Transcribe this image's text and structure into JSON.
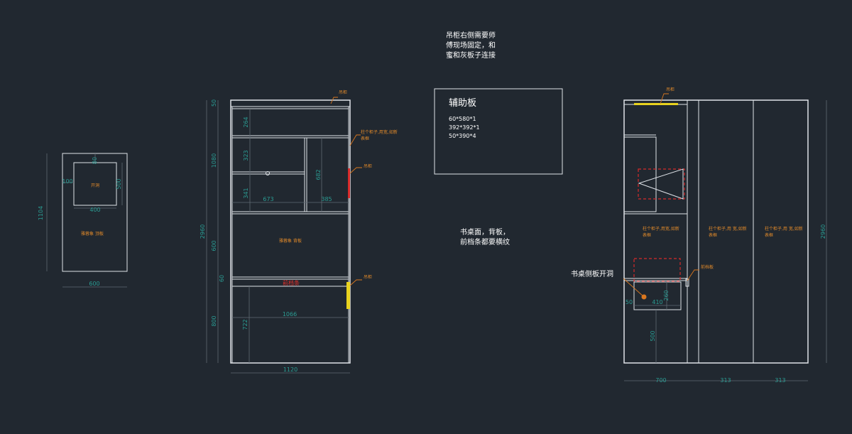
{
  "notes": {
    "top_note": [
      "吊柜右侧需要师",
      "傅现场固定，和",
      "蜜和灰板子连接"
    ],
    "grain_note": [
      "书桌面，背板，",
      "前档条都要横纹"
    ],
    "desk_hole": "书桌侧板开洞"
  },
  "aux_board": {
    "title": "辅助板",
    "items": [
      "60*580*1",
      "392*392*1",
      "50*390*4"
    ]
  },
  "left_view": {
    "dims": {
      "height": "1104",
      "width_bottom": "600",
      "inner_top": "80",
      "inner_left": "100",
      "inner_right": "500",
      "inner_bottom": "400"
    },
    "labels": {
      "inner": "开洞",
      "panel": "雅蓉象 顶板"
    }
  },
  "front_view": {
    "dims": {
      "total_h": "2960",
      "top_h": "50",
      "upper_h": "1080",
      "mid_h": "600",
      "gap_h": "60",
      "lower_h": "800",
      "s1": "264",
      "s2": "323",
      "s3": "341",
      "s4": "682",
      "w_left": "673",
      "w_right": "385",
      "desk_w": "1066",
      "leg_h": "722",
      "total_w": "1120"
    },
    "labels": {
      "top_tag": "吊柜",
      "side_tag": [
        "柱个柜子,用宽,如新",
        "表框"
      ],
      "right_tag": "吊柜",
      "mid_panel": "雅蓉象 背板",
      "front_strip": "前档条",
      "lower_tag": "吊柜"
    }
  },
  "side_view": {
    "dims": {
      "total_h": "2960",
      "w1": "700",
      "w2": "313",
      "w3": "313",
      "hole_w": "410",
      "hole_l": "50",
      "hole_h": "260",
      "leg": "500"
    },
    "labels": {
      "top_tag": "吊柜",
      "col1": [
        "柱个柜子,用宽,如新",
        "表框"
      ],
      "col2": [
        "柱个柜子,用 宽,如新",
        "表框"
      ],
      "col3": [
        "柱个柜子,用 宽,如新",
        "表框"
      ],
      "stop_tag": "前档板"
    }
  },
  "colors": {
    "background": "#212830",
    "line": "#dfe3e8",
    "dimension": "#2b9c93",
    "annotation": "#e0892a",
    "highlight": "#d72a2a",
    "accent_yellow": "#e8d21e"
  }
}
